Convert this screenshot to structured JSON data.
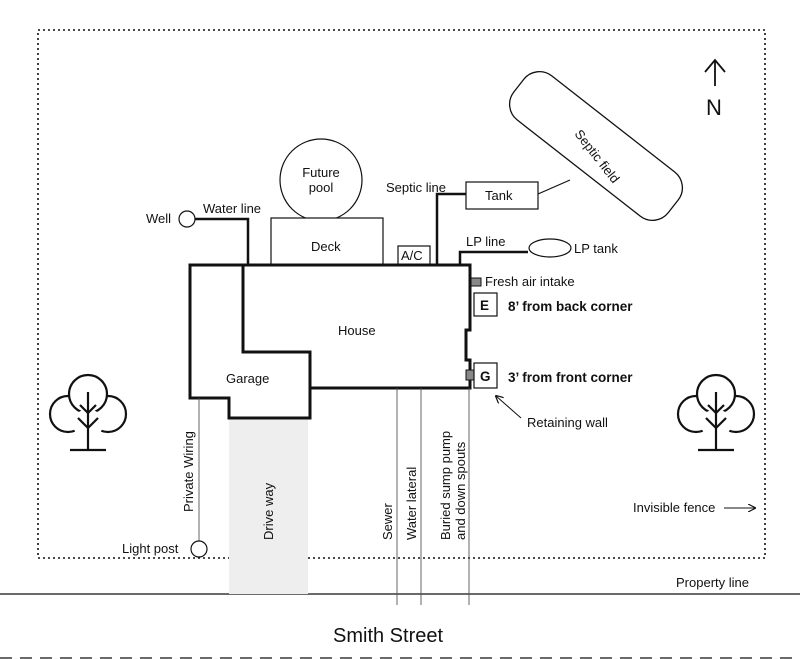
{
  "compass": {
    "letter": "N"
  },
  "labels": {
    "future_pool": [
      "Future",
      "pool"
    ],
    "well": "Well",
    "water_line": "Water line",
    "deck": "Deck",
    "septic_line": "Septic line",
    "tank": "Tank",
    "septic_field": "Septic field",
    "ac": "A/C",
    "lp_line": "LP line",
    "lp_tank": "LP tank",
    "fresh_air_intake": "Fresh air intake",
    "house": "House",
    "garage": "Garage",
    "meter_e": "E",
    "meter_e_note": "8’ from back corner",
    "meter_g": "G",
    "meter_g_note": "3’ from front corner",
    "retaining_wall": "Retaining wall",
    "private_wiring": "Private Wiring",
    "driveway": "Drive way",
    "sewer": "Sewer",
    "water_lateral": "Water lateral",
    "sump": [
      "Buried sump pump",
      "and down spouts"
    ],
    "invisible_fence": "Invisible fence",
    "light_post": "Light post",
    "property_line": "Property line",
    "street": "Smith Street"
  },
  "colors": {
    "line": "#111111",
    "driveway_fill": "#eeeeee",
    "background": "#ffffff"
  }
}
